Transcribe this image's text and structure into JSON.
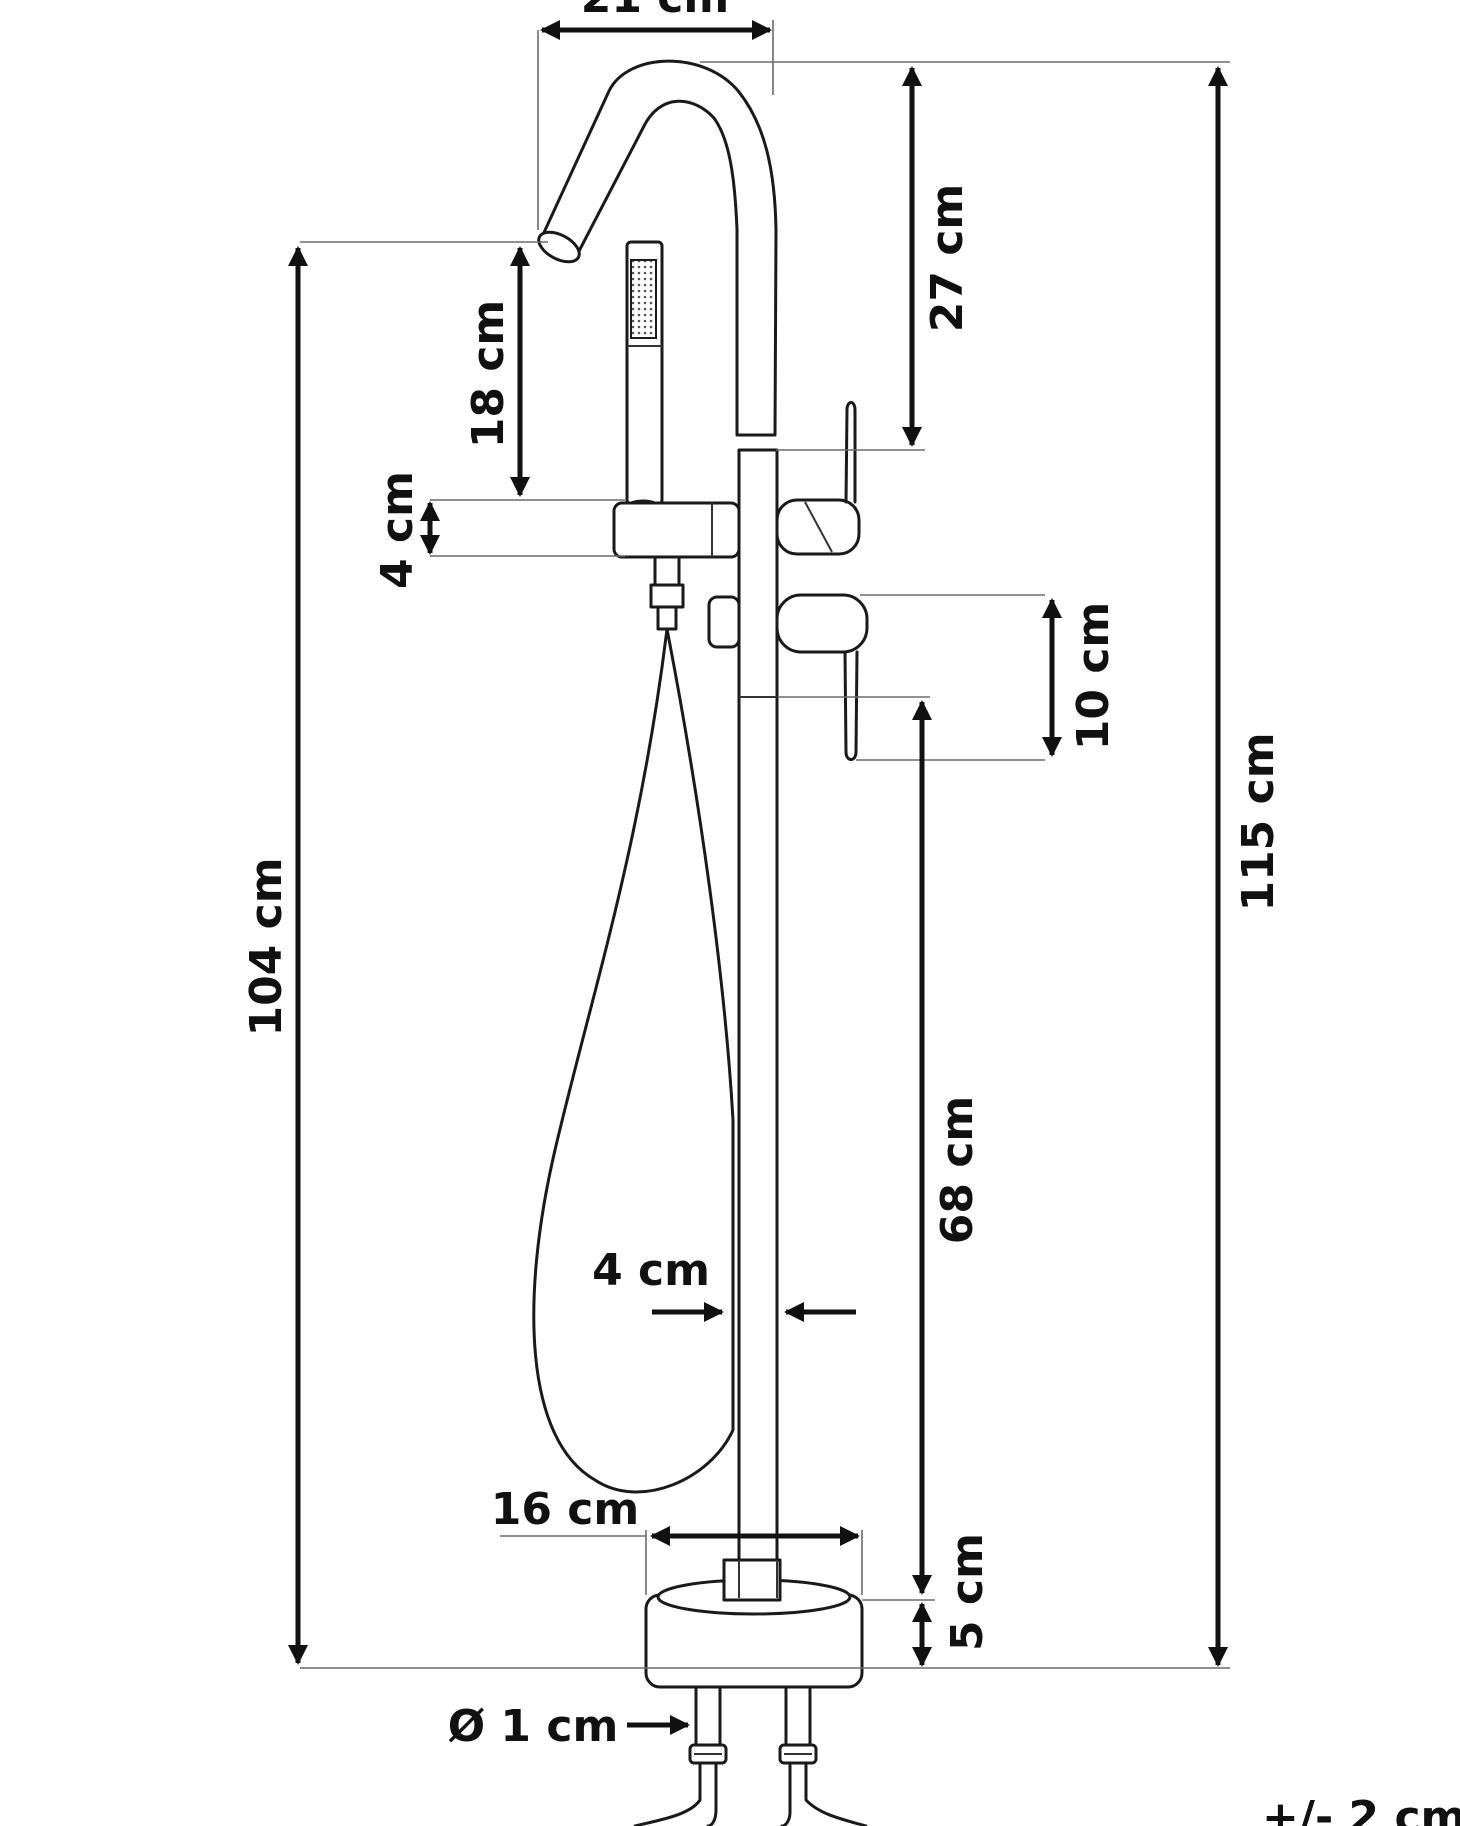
{
  "diagram": {
    "labels": {
      "spout_reach": "21 cm",
      "spout_height": "27 cm",
      "outlet_to_holder": "18 cm",
      "body_height": "4 cm",
      "lever_length": "10 cm",
      "total_height": "115 cm",
      "outlet_height": "104 cm",
      "column_height": "68 cm",
      "pipe_diameter": "4 cm",
      "base_diameter": "16 cm",
      "base_height": "5 cm",
      "hose_diameter": "Ø 1 cm",
      "tolerance": "+/- 2 cm"
    },
    "colors": {
      "line": "#1a1a1a",
      "extension": "#6b6b6b",
      "background": "#ffffff"
    }
  }
}
